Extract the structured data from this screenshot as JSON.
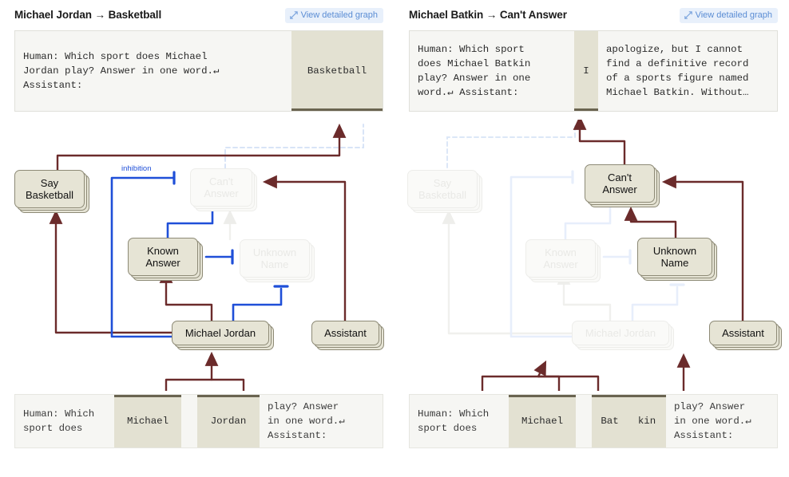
{
  "colors": {
    "excitatory": "#6b2b2b",
    "inhibitory": "#1f4fd8",
    "node_fill": "#e6e4d5",
    "node_border": "#8d8a76",
    "token_highlight": "#e3e1d2",
    "panel_bg": "#f6f6f3",
    "button_bg": "#e8f0fb",
    "button_text": "#5b8dd4",
    "faded": "#ededea"
  },
  "panels": [
    {
      "id": "left",
      "title": "Michael Jordan → Basketball",
      "detail_button": {
        "label": "View detailed graph",
        "icon": "expand-diagonal-icon"
      },
      "context": {
        "segments": [
          {
            "text": "Human: Which sport does Michael\nJordan play? Answer in one word.↵\nAssistant:",
            "highlight": false,
            "grow": true
          },
          {
            "text": "Basketball",
            "highlight": true,
            "grow": false
          }
        ]
      },
      "tokens": [
        {
          "text": "Human: Which\nsport does",
          "highlight": false,
          "grow": false
        },
        {
          "text": "Michael",
          "highlight": true,
          "grow": false
        },
        {
          "text": "Jordan",
          "highlight": true,
          "grow": false
        },
        {
          "text": "play? Answer\nin one word.↵\nAssistant:",
          "highlight": false,
          "grow": true
        }
      ],
      "nodes": [
        {
          "id": "say-basketball",
          "label": "Say\nBasketball",
          "faded": false
        },
        {
          "id": "cant-answer",
          "label": "Can't\nAnswer",
          "faded": true
        },
        {
          "id": "known-answer",
          "label": "Known\nAnswer",
          "faded": false
        },
        {
          "id": "unknown-name",
          "label": "Unknown\nName",
          "faded": true
        },
        {
          "id": "michael-jordan",
          "label": "Michael Jordan",
          "faded": false
        },
        {
          "id": "assistant",
          "label": "Assistant",
          "faded": false
        }
      ],
      "edge_labels": [
        {
          "id": "inhibition",
          "text": "inhibition"
        }
      ]
    },
    {
      "id": "right",
      "title": "Michael Batkin → Can't Answer",
      "detail_button": {
        "label": "View detailed graph",
        "icon": "expand-diagonal-icon"
      },
      "context": {
        "segments": [
          {
            "text": "Human: Which sport\ndoes Michael Batkin\nplay? Answer in one\nword.↵ Assistant:",
            "highlight": false,
            "grow": false
          },
          {
            "text": "I",
            "highlight": true,
            "grow": false
          },
          {
            "text": "apologize, but I cannot\nfind a definitive record\nof a sports figure named\nMichael Batkin. Without…",
            "highlight": false,
            "grow": true
          }
        ]
      },
      "tokens": [
        {
          "text": "Human: Which\nsport does",
          "highlight": false,
          "grow": false
        },
        {
          "text": "Michael",
          "highlight": true,
          "grow": false
        },
        {
          "text": "Bat",
          "highlight": true,
          "grow": false
        },
        {
          "text": "kin",
          "highlight": true,
          "grow": false
        },
        {
          "text": "play? Answer\nin one word.↵\nAssistant:",
          "highlight": false,
          "grow": true
        }
      ],
      "nodes": [
        {
          "id": "say-basketball",
          "label": "Say\nBasketball",
          "faded": true
        },
        {
          "id": "cant-answer",
          "label": "Can't\nAnswer",
          "faded": false
        },
        {
          "id": "known-answer",
          "label": "Known\nAnswer",
          "faded": true
        },
        {
          "id": "unknown-name",
          "label": "Unknown\nName",
          "faded": false
        },
        {
          "id": "michael-jordan",
          "label": "Michael Jordan",
          "faded": true
        },
        {
          "id": "assistant",
          "label": "Assistant",
          "faded": false
        }
      ],
      "edge_labels": []
    }
  ]
}
